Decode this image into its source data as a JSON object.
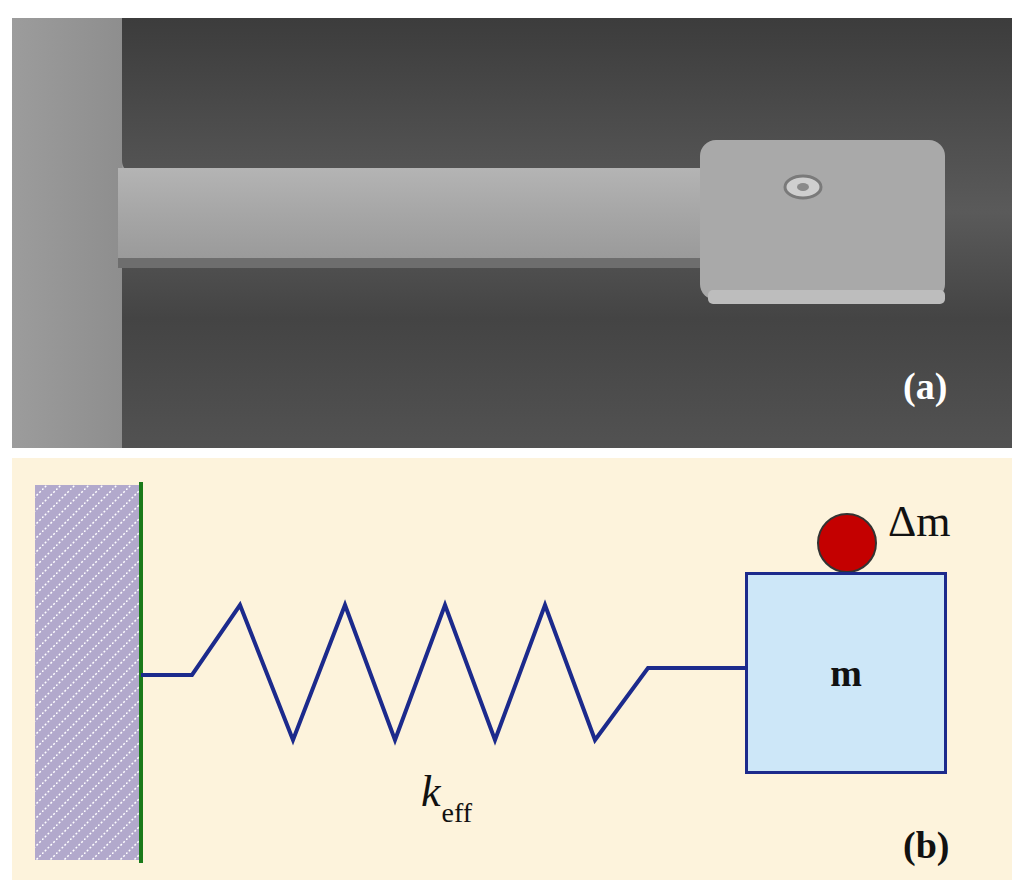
{
  "diagram": {
    "nodes": [
      {
        "text": [
          "m"
        ]
      }
    ],
    "labels": [
      "(a)",
      "Δm",
      "k",
      "eff",
      "(b)"
    ]
  }
}
